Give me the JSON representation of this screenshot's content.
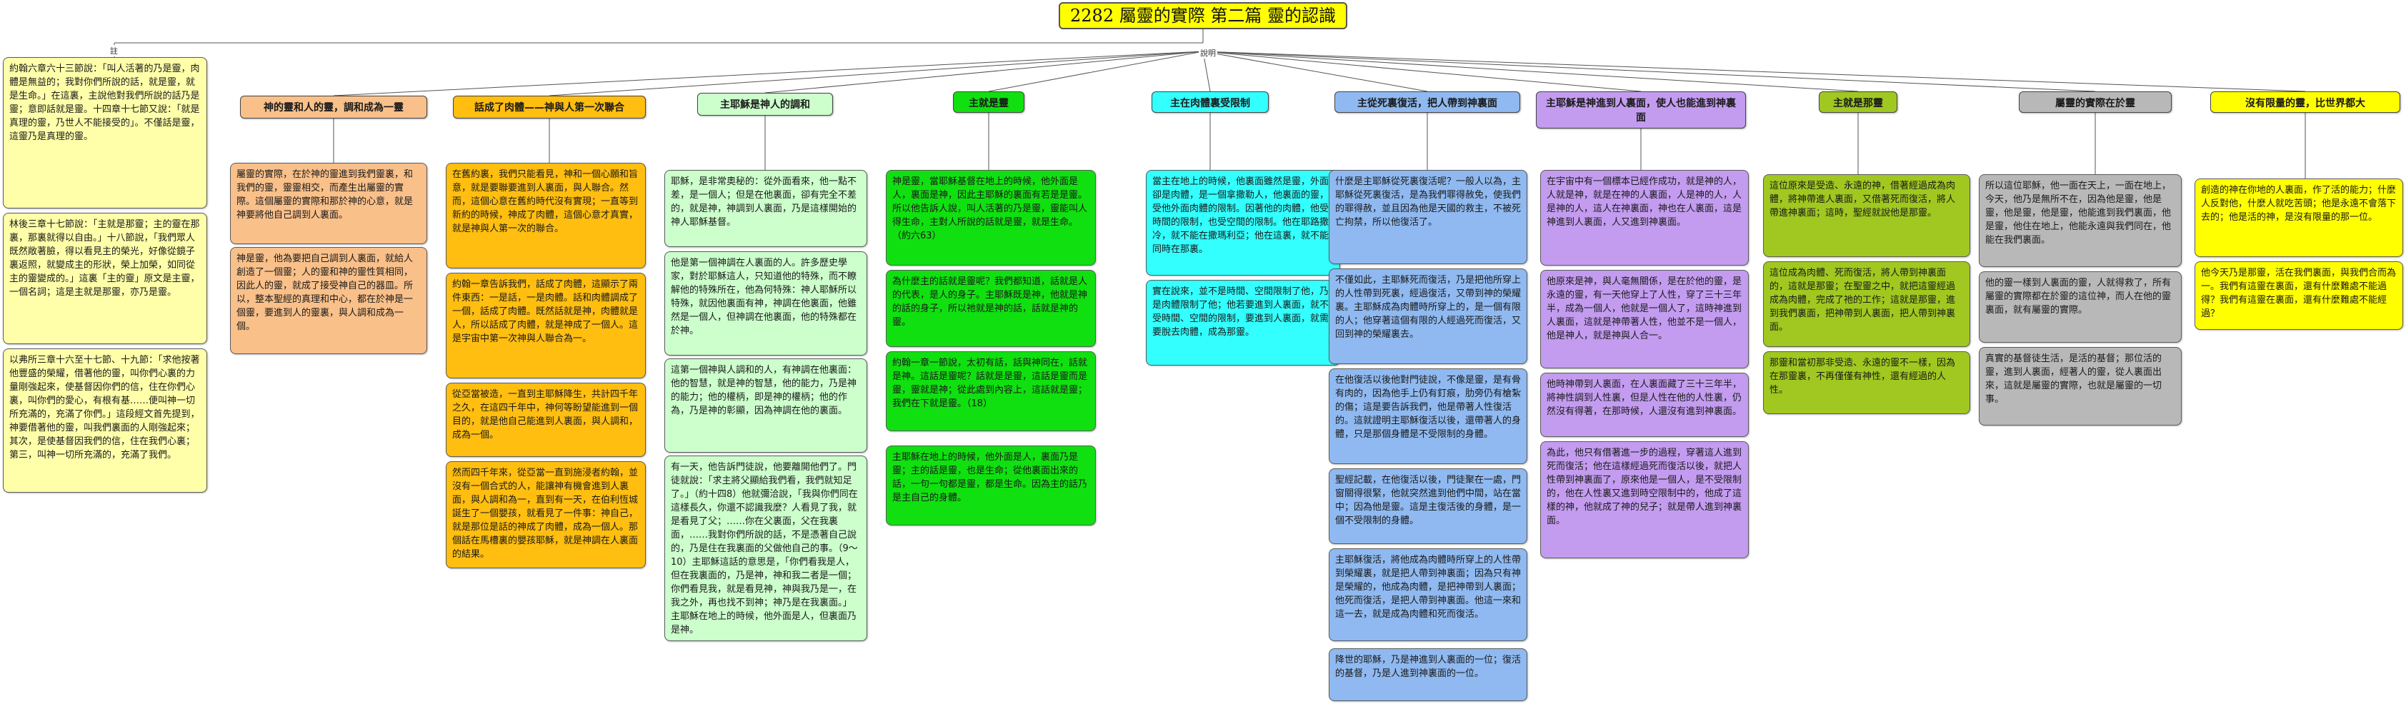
{
  "title": "2282 屬靈的實際 第二篇 靈的認識",
  "labels": {
    "top": "註",
    "mid": "說明"
  },
  "left_notes": [
    "約翰六章六十三節說：「叫人活著的乃是靈，肉體是無益的；我對你們所說的話，就是靈，就是生命。」在這裏，主說他對我們所說的話乃是靈；意即話就是靈。十四章十七節又說：「就是真理的靈，乃世人不能接受的」。不僅話是靈，這靈乃是真理的靈。",
    "林後三章十七節說：「主就是那靈；主的靈在那裏，那裏就得以自由。」十八節說，「我們眾人既然敞著臉，得以看見主的榮光，好像從鏡子裏返照，就變成主的形狀，榮上加榮，如同從主的靈變成的。」這裏「主的靈」原文是主靈，一個名詞；這是主就是那靈，亦乃是靈。",
    "以弗所三章十六至十七節、十九節：「求他按著他豐盛的榮耀，借著他的靈，叫你們心裏的力量剛強起來，使基督因你們的信，住在你們心裏，叫你們的愛心，有根有基……便叫神一切所充滿的，充滿了你們。」這段經文首先提到，神要借著他的靈，叫我們裏面的人剛強起來；其次，是使基督因我們的信，住在我們心裏；第三，叫神一切所充滿的，充滿了我們。"
  ],
  "columns": [
    {
      "header": "神的靈和人的靈，調和成為一靈",
      "boxes": [
        "屬靈的實際，在於神的靈進到我們靈裏，和我們的靈，靈靈相交，而產生出屬靈的實際。這個屬靈的實際和那於神的心意，就是神要將他自己調到人裏面。",
        "神是靈，他為要把自己調到人裏面，就給人創造了一個靈；人的靈和神的靈性質相同，因此人的靈，就成了接受神自己的器皿。所以，整本聖經的真理和中心，都在於神是一個靈，要進到人的靈裏，與人調和成為一個。"
      ]
    },
    {
      "header": "話成了肉體——神與人第一次聯合",
      "boxes": [
        "在舊約裏，我們只能看見，神和一個心願和旨意，就是要聯要進到人裏面，與人聯合。然而，這個心意在舊約時代沒有實現；一直等到新約的時候，神成了肉體，這個心意才真實，就是神與人第一次的聯合。",
        "約翰一章告訴我們，話成了肉體，這顯示了兩件東西：一是話，一是肉體。話和肉體調成了一個，話成了肉體。既然話就是神，肉體就是人，所以話成了肉體，就是神成了一個人。這是宇宙中第一次神與人聯合為一。",
        "從亞當被造，一直到主耶穌降生，共計四千年之久，在這四千年中，神何等盼望能進到一個目的，就是他自己能進到人裏面，與人調和，成為一個。",
        "然而四千年來，從亞當一直到施浸者約翰，並沒有一個合式的人，能讓神有機會進到人裏面，與人調和為一，直到有一天，在伯利恆城誕生了一個嬰孩，就看見了一件事：神自己，就是那位是話的神成了肉體，成為一個人。那個話在馬槽裏的嬰孩耶穌，就是神調在人裏面的結果。"
      ]
    },
    {
      "header": "主耶穌是神人的調和",
      "boxes": [
        "耶穌，是非常奧秘的：從外面看來，他一點不差，是一個人；但是在他裏面，卻有完全不差的，就是神，神調到人裏面，乃是這樣開始的神人耶穌基督。",
        "他是第一個神調在人裏面的人。許多歷史學家，對於耶穌這人，只知道他的特殊，而不瞭解他的特殊所在，他為何特殊：神人耶穌所以特殊，就因他裏面有神，神調在他裏面，他雖然是一個人，但神調在他裏面，他的特殊都在於神。",
        "這第一個神與人調和的人，有神調在他裏面：他的智慧，就是神的智慧，他的能力，乃是神的能力；他的權柄，即是神的權柄；他的作為，乃是神的彰顯，因為神調在他的裏面。",
        "有一天，他告訴門徒說，他要離開他們了。門徒就說：「求主將父顯給我們看，我們就知足了。」（約十四8）他就彌洽說，「我與你們同在這樣長久，你還不認識我麼？人看見了我，就是看見了父；……你在父裏面，父在我裏面，……我對你們所說的話，不是憑著自己說的，乃是住在我裏面的父做他自己的事。（9～10）主耶穌這話的意思是，「你們看我是人，但在我裏面的，乃是神，神和我二者是一個；你們看見我，就是看見神，神與我乃是一，在我之外，再也找不到神；神乃是在我裏面。」主耶穌在地上的時候，他外面是人，但裏面乃是神。"
      ]
    },
    {
      "header": "主就是靈",
      "boxes": [
        "神是靈，當耶穌基督在地上的時候，他外面是人，裏面是神，因此主耶穌的裏面有若是是靈。所以他告訴人說，叫人活著的乃是靈，靈能叫人得生命，主對人所說的話就是靈，就是生命。（約六63）",
        "為什麼主的話就是靈呢？我們都知道，話就是人的代表，是人的身子。主耶穌既是神，他就是神的話的身子，所以祂就是神的話，話就是神的靈。",
        "約翰一章一節說，太初有話，話與神同在，話就是神。這話是靈呢？話就是是靈，這話是靈而是靈，靈就是神；從此處到內容上，這話就是靈；我們在下就是靈。（18）",
        "主耶穌在地上的時候，他外面是人，裏面乃是靈；主的話是靈，也是生命；從他裏面出來的話，一句一句都是靈，都是生命。因為主的話乃是主自己的身體。"
      ]
    },
    {
      "header": "主在肉體裏受限制",
      "boxes": [
        "當主在地上的時候，他裏面雖然是靈，外面卻是肉體，是一個拿撒勒人，他裏面的靈，受他外面肉體的限制。因著他的肉體，他受時間的限制，也受空間的限制。他在耶路撒冷，就不能在撒瑪利亞；他在這裏，就不能同時在那裏。",
        "實在說來，並不是時間、空間限制了他，乃是肉體限制了他；他若要進到人裏面，就不受時間、空間的限制，要進到人裏面，就需要脫去肉體，成為那靈。"
      ]
    },
    {
      "header": "主從死裏復活，把人帶到神裏面",
      "boxes": [
        "什麼是主耶穌從死裏復活呢？一般人以為，主耶穌從死裏復活，是為我們罪得赦免，使我們的罪得赦，並且因為他是天國的救主，不被死亡拘禁，所以他復活了。",
        "不僅如此，主耶穌死而復活，乃是把他所穿上的人性帶到死裏，經過復活，又帶到神的榮耀裏。主耶穌成為肉體時所穿上的，是一個有限的人；他穿著這個有限的人經過死而復活，又回到神的榮耀裏去。",
        "在他復活以後他對門徒說，不像是靈，是有骨有肉的，因為他手上仍有釘痕，肋旁仍有槍紮的傷；這是要告訴我們，他是帶著人性復活的。這就證明主耶穌復活以後，還帶著人的身體，只是那個身體是不受限制的身體。",
        "聖經記載，在他復活以後，門徒聚在一處，門窗關得很緊，他就突然進到他們中間，站在當中；因為他是靈。這是主復活後的身體，是一個不受限制的身體。",
        "主耶穌復活，將他成為肉體時所穿上的人性帶到榮耀裏，就是把人帶到神裏面；因為只有神是榮耀的，他成為肉體，是把神帶到人裏面；他死而復活，是把人帶到神裏面。他這一來和這一去，就是成為肉體和死而復活。",
        "降世的耶穌，乃是神進到人裏面的一位；復活的基督，乃是人進到神裏面的一位。"
      ]
    },
    {
      "header": "主耶穌是神進到人裏面，使人也能進到神裏面",
      "boxes": [
        "在宇宙中有一個標本已經作成功，就是神的人，人就是神，就是在神的人裏面，人是神的人，人是神的人，這人在神裏面，神也在人裏面，這是神進到人裏面，人又進到神裏面。",
        "他原來是神，與人毫無關係，是在於他的靈，是永遠的靈，有一天他穿上了人性，穿了三十三年半，成為一個人，他就是一個人了，這時神進到人裏面，這就是神帶著人性，他並不是一個人，他是神人，就是神與人合一。",
        "他時神帶到人裏面，在人裏面藏了三十三年半，將神性調到人性裏，但是人性在他的人性裏，仍然沒有得著，在那時候，人還沒有進到神裏面。",
        "為此，他只有借著進一步的過程，穿著這人進到死而復活；他在這樣經過死而復活以後，就把人性帶到神裏面了，原來他是一個人，是不受限制的，他在人性裏又進到時空限制中的，他成了這樣的神，他就成了神的兒子；就是帶人進到神裏面。"
      ]
    },
    {
      "header": "主就是那靈",
      "boxes": [
        "這位原來是受造、永遠的神，借著經過成為肉體，將神帶進人裏面，又借著死而復活，將人帶進神裏面；這時，聖經就說他是那靈。",
        "這位成為肉體、死而復活，將人帶到神裏面的，這就是那靈；在聖靈之中，就把這靈經過成為肉體，完成了祂的工作；這就是那靈，進到我們裏面，把神帶到人裏面，把人帶到神裏面。",
        "那靈和當初那非受造、永遠的靈不一樣，因為在那靈裏，不再僅僅有神性，還有經過的人性。"
      ]
    },
    {
      "header": "屬靈的實際在於靈",
      "boxes": [
        "所以這位耶穌，他一面在天上，一面在地上，今天，他乃是無所不在，因為他是靈，他是靈，他是靈，他是靈，他能進到我們裏面，他是靈，他住在地上，他能永遠與我們同在，他能在我們裏面。",
        "他的靈一樣到人裏面的靈，人就得救了，所有屬靈的實際都在於靈的這位神，而人在他的靈裏面，就有屬靈的實際。",
        "真實的基督徒生活，是活的基督；那位活的靈，進到人裏面，經著人的靈，從人裏面出來，這就是屬靈的實際，也就是屬靈的一切事。"
      ]
    },
    {
      "header": "沒有限量的靈，比世界都大",
      "boxes": [
        "創造的神在你地的人裏面，作了活的能力；什麼人反對他，什麼人就吃苦頭；他是永遠不會落下去的；他是活的神，是沒有限量的那一位。",
        "他今天乃是那靈，活在我們裏面，與我們合而為一。我們有這靈在裏面，還有什麼難處不能過得？我們有這靈在裏面，還有什麼難處不能經過？"
      ]
    }
  ]
}
